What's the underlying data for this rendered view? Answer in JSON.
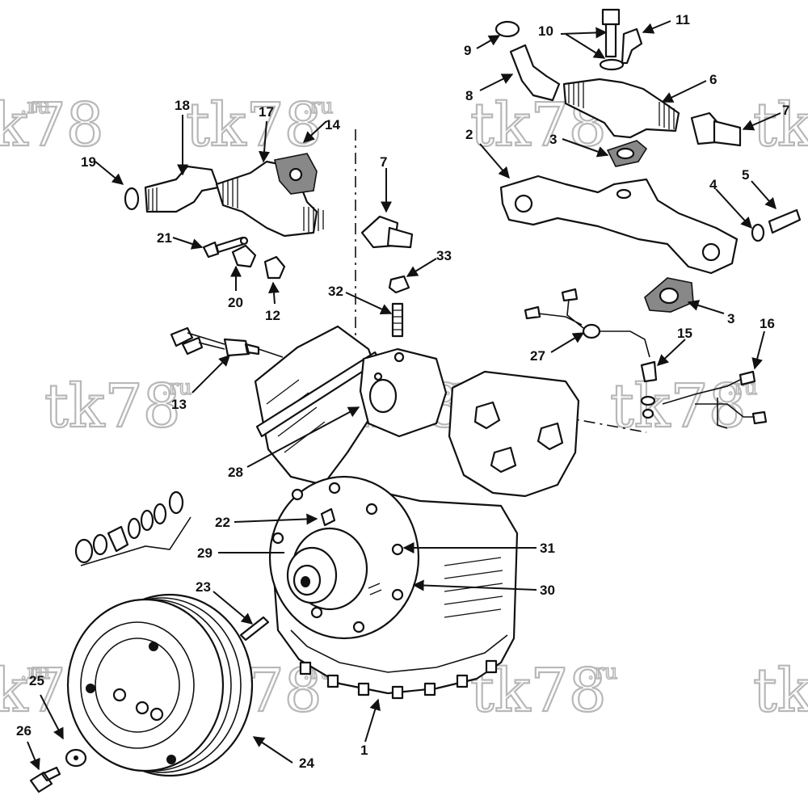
{
  "diagram": {
    "watermark_text": "tk78",
    "watermark_suffix": ".ru",
    "callouts": {
      "c1": "1",
      "c2": "2",
      "c3a": "3",
      "c3b": "3",
      "c4": "4",
      "c5": "5",
      "c6": "6",
      "c7a": "7",
      "c7b": "7",
      "c8": "8",
      "c9": "9",
      "c10": "10",
      "c11": "11",
      "c12": "12",
      "c13": "13",
      "c14": "14",
      "c15": "15",
      "c16": "16",
      "c17": "17",
      "c18": "18",
      "c19": "19",
      "c20": "20",
      "c21": "21",
      "c22": "22",
      "c23": "23",
      "c24": "24",
      "c25": "25",
      "c26": "26",
      "c27": "27",
      "c28": "28",
      "c29": "29",
      "c30": "30",
      "c31": "31",
      "c32": "32",
      "c33": "33"
    }
  }
}
